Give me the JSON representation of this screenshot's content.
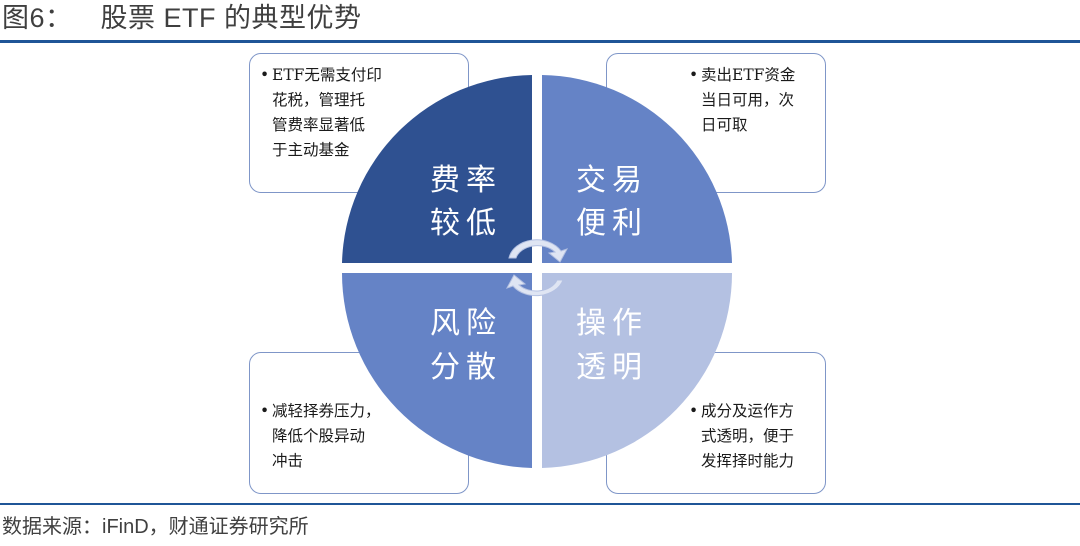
{
  "header": {
    "figure_number": "图6：",
    "title": "股票 ETF 的典型优势"
  },
  "diagram": {
    "center_label": "",
    "colors": {
      "top_left": "#2f5191",
      "top_right": "#6583c6",
      "bottom_left": "#6583c6",
      "bottom_right": "#b4c1e2",
      "rule": "#1f5597",
      "box_border": "#7f96c8"
    },
    "quadrants": [
      {
        "position": "top-left",
        "label_line1": "费率",
        "label_line2": "较低",
        "note_lines": [
          "ETF无需支付印",
          "花税，管理托",
          "管费率显著低",
          "于主动基金"
        ]
      },
      {
        "position": "top-right",
        "label_line1": "交易",
        "label_line2": "便利",
        "note_lines": [
          "卖出ETF资金",
          "当日可用，次",
          "日可取"
        ]
      },
      {
        "position": "bottom-left",
        "label_line1": "风险",
        "label_line2": "分散",
        "note_lines": [
          "减轻择券压力，",
          "降低个股异动",
          "冲击"
        ]
      },
      {
        "position": "bottom-right",
        "label_line1": "操作",
        "label_line2": "透明",
        "note_lines": [
          "成分及运作方",
          "式透明，便于",
          "发挥择时能力"
        ]
      }
    ],
    "bullet": "•",
    "cycle_arrows": "clockwise-cycle"
  },
  "footer": {
    "source": "数据来源：iFinD，财通证券研究所"
  }
}
